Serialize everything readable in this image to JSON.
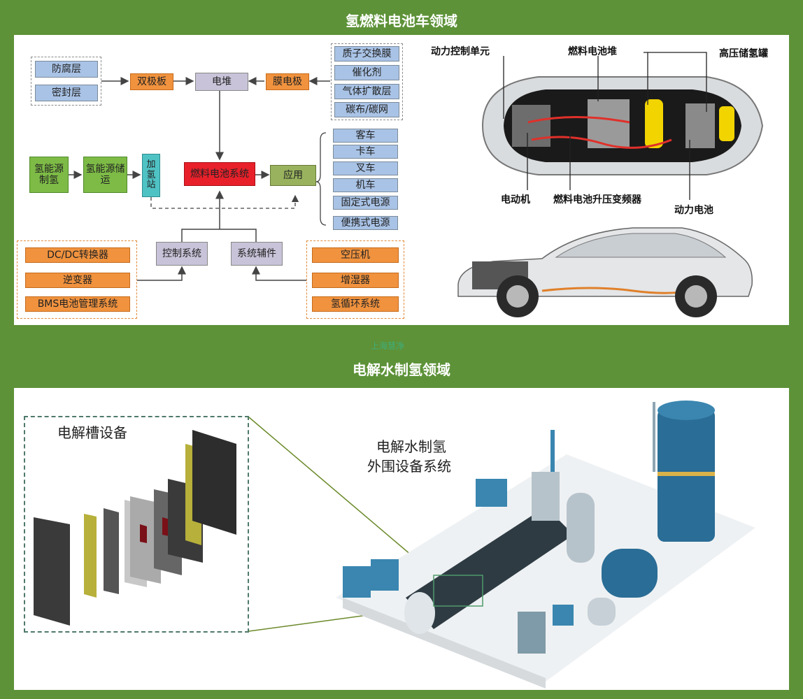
{
  "top_section": {
    "title": "氢燃料电池车领域",
    "flow": {
      "protect_layer": "防腐层",
      "seal_layer": "密封层",
      "bipolar_plate": "双极板",
      "stack": "电堆",
      "mea": "膜电极",
      "mea_parts": [
        "质子交换膜",
        "催化剂",
        "气体扩散层",
        "碳布/碳网"
      ],
      "h2_source": "氢能源制氢",
      "h2_storage": "氢能源储运",
      "h2_station": "加氢站",
      "fc_system": "燃料电池系统",
      "application": "应用",
      "applications": [
        "客车",
        "卡车",
        "叉车",
        "机车",
        "固定式电源",
        "便携式电源"
      ],
      "control_system": "控制系统",
      "aux_system": "系统辅件",
      "control_parts": [
        "DC/DC转换器",
        "逆变器",
        "BMS电池管理系统"
      ],
      "aux_parts": [
        "空压机",
        "增湿器",
        "氢循环系统"
      ]
    },
    "car_labels": {
      "power_control_unit": "动力控制单元",
      "fc_stack": "燃料电池堆",
      "h2_tank": "高压储氢罐",
      "motor": "电动机",
      "boost_converter": "燃料电池升压变频器",
      "battery": "动力电池"
    }
  },
  "watermark": "上海慧净",
  "bottom_section": {
    "title": "电解水制氢领域",
    "electrolyzer_label": "电解槽设备",
    "system_label_line1": "电解水制氢",
    "system_label_line2": "外围设备系统"
  }
}
